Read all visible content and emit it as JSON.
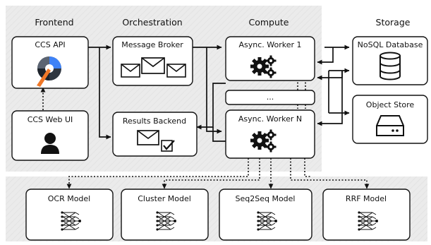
{
  "columns": {
    "frontend": "Frontend",
    "orchestration": "Orchestration",
    "compute": "Compute",
    "storage": "Storage"
  },
  "nodes": {
    "ccs_api": "CCS API",
    "ccs_web_ui": "CCS Web UI",
    "message_broker": "Message Broker",
    "results_backend": "Results Backend",
    "worker_1": "Async. Worker 1",
    "worker_ellipsis": "...",
    "worker_n": "Async. Worker N",
    "nosql_db": "NoSQL Database",
    "object_store": "Object Store",
    "ocr_model": "OCR Model",
    "cluster_model": "Cluster Model",
    "seq2seq_model": "Seq2Seq Model",
    "rrf_model": "RRF Model"
  },
  "icons": {
    "ccs_api": "aperture-logo-icon",
    "ccs_web_ui": "user-icon",
    "message_broker": "envelopes-icon",
    "results_backend": "envelope-check-icon",
    "workers": "gears-icon",
    "nosql_db": "database-icon",
    "object_store": "hard-drive-icon",
    "models": "neural-network-icon"
  },
  "colors": {
    "panel_background": "#ebebeb",
    "line": "#111111",
    "logo_blue": "#3e82f7",
    "logo_orange": "#f07828",
    "logo_dark": "#2f3640"
  }
}
